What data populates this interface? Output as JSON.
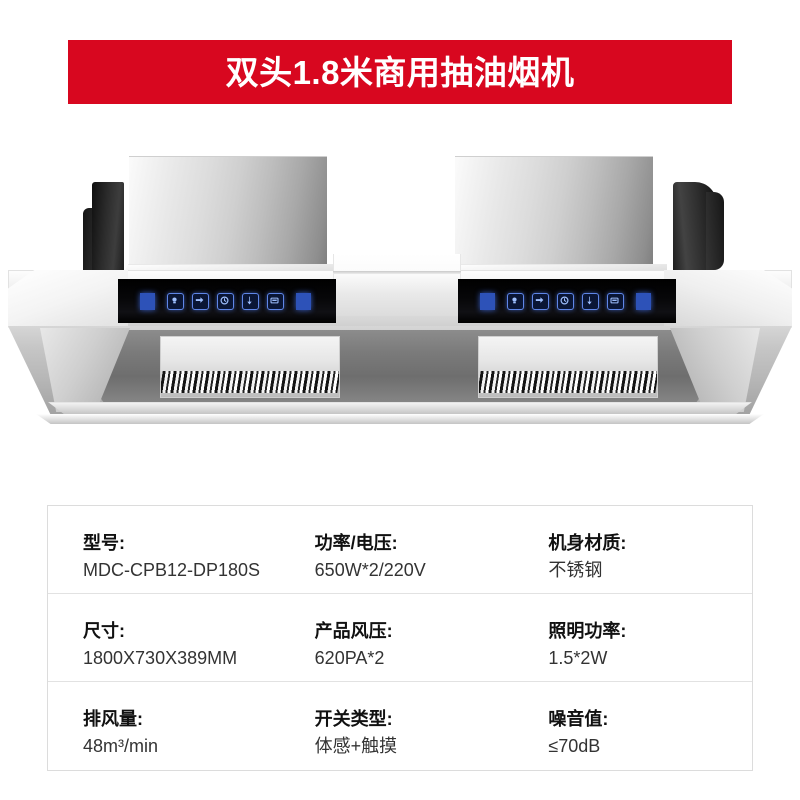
{
  "banner": {
    "title": "双头1.8米商用抽油烟机",
    "background_color": "#d8071f",
    "text_color": "#ffffff"
  },
  "product_image": {
    "name": "commercial-double-head-range-hood",
    "control_panel": {
      "count": 2,
      "strip_color": "#000000",
      "led_color": "#2d52b8",
      "buttons": [
        {
          "name": "led-indicator-left",
          "icon": "solid-square-indicator"
        },
        {
          "name": "light-button",
          "icon": "light-bulb-icon"
        },
        {
          "name": "exhaust-button",
          "icon": "arrow-out-icon"
        },
        {
          "name": "timer-button",
          "icon": "clock-icon"
        },
        {
          "name": "fan-speed-button",
          "icon": "fan-arrow-icon"
        },
        {
          "name": "display-button",
          "icon": "display-panel-icon"
        },
        {
          "name": "led-indicator-right",
          "icon": "solid-square-indicator"
        }
      ]
    },
    "parts": [
      {
        "name": "chimney-stack-left",
        "material": "stainless-steel"
      },
      {
        "name": "chimney-stack-right",
        "material": "stainless-steel"
      },
      {
        "name": "blower-housing-left",
        "color": "#1b1b1b"
      },
      {
        "name": "blower-housing-right",
        "color": "#1b1b1b"
      },
      {
        "name": "grease-filter-left",
        "type": "louver-mesh"
      },
      {
        "name": "grease-filter-right",
        "type": "louver-mesh"
      },
      {
        "name": "grease-trough",
        "type": "drip-channel"
      }
    ]
  },
  "specs": {
    "rows": [
      [
        {
          "label": "型号:",
          "value": "MDC-CPB12-DP180S"
        },
        {
          "label": "功率/电压:",
          "value": "650W*2/220V"
        },
        {
          "label": "机身材质:",
          "value": "不锈钢"
        }
      ],
      [
        {
          "label": "尺寸:",
          "value": "1800X730X389MM"
        },
        {
          "label": "产品风压:",
          "value": "620PA*2"
        },
        {
          "label": "照明功率:",
          "value": "1.5*2W"
        }
      ],
      [
        {
          "label": "排风量:",
          "value": "48m³/min"
        },
        {
          "label": "开关类型:",
          "value": "体感+触摸"
        },
        {
          "label": "噪音值:",
          "value": "≤70dB"
        }
      ]
    ]
  }
}
